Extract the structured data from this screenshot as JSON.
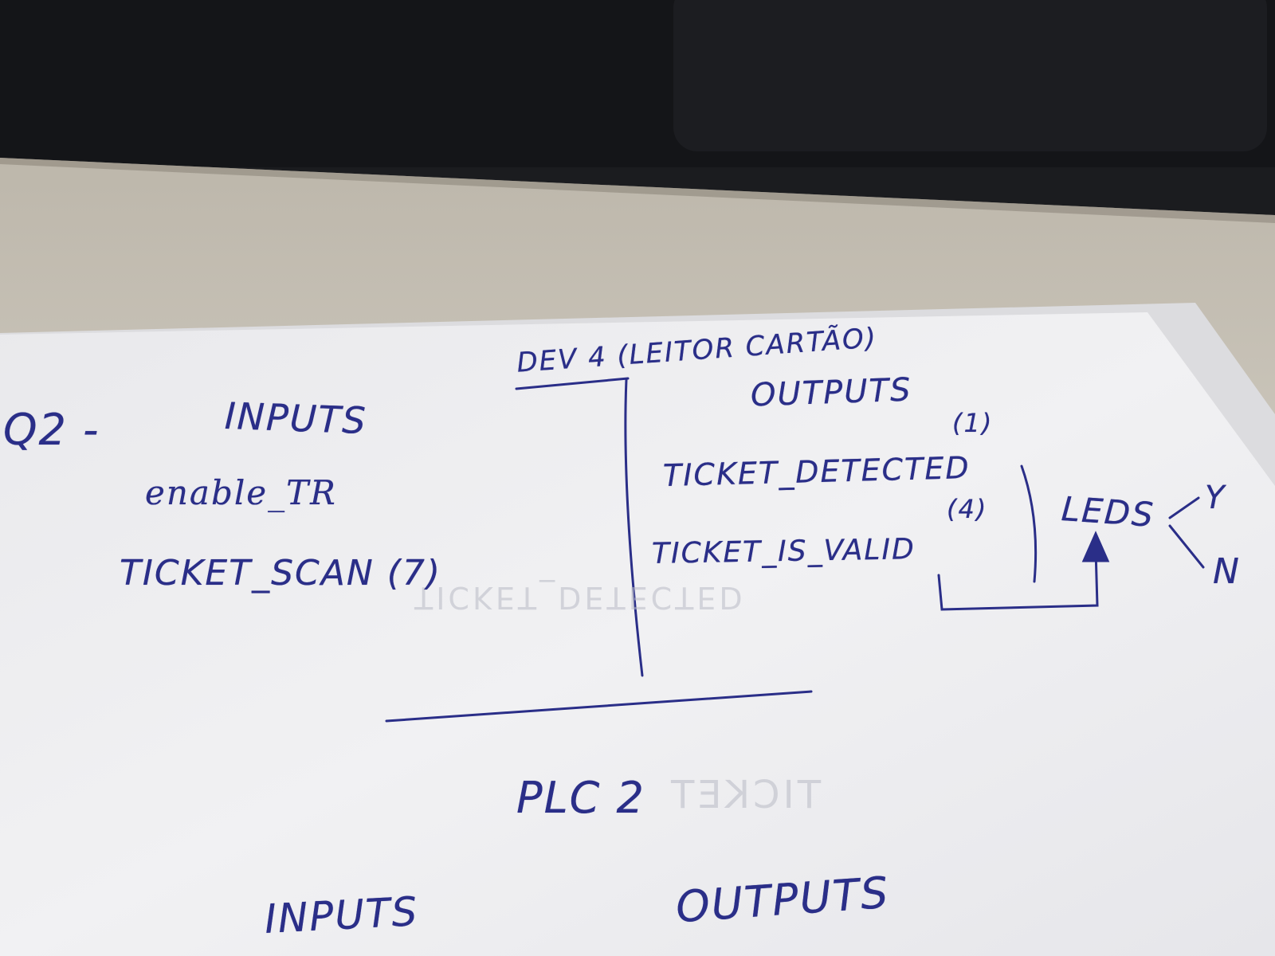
{
  "sheet": {
    "device_title": "DEV 4 (LEITOR CARTÃO)",
    "question_label": "Q2 -",
    "inputs_heading": "INPUTS",
    "outputs_heading": "OUTPUTS",
    "inputs": [
      "enable_TR",
      "TICKET_SCAN (7)"
    ],
    "outputs": [
      {
        "label": "TICKET_DETECTED",
        "note": "(1)"
      },
      {
        "label": "TICKET_IS_VALID",
        "note": "(4)"
      }
    ],
    "leds_label": "LEDS",
    "leds_states": [
      "Y",
      "N"
    ],
    "lower_title": "PLC 2",
    "lower_inputs_heading": "INPUTS",
    "lower_outputs_heading": "OUTPUTS"
  },
  "bleed_through": [
    "TICKET_DETECTED",
    "TICKET"
  ],
  "colors": {
    "ink": "#2a2e88",
    "paper": "#efeff1",
    "desk": "#d8d4cb",
    "laptop": "#17181b"
  }
}
